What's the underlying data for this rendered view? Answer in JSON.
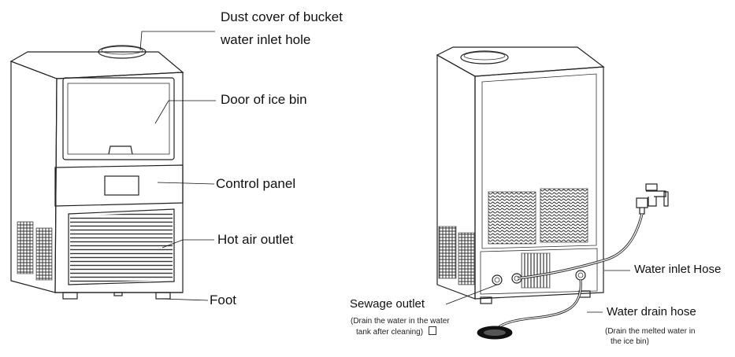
{
  "labels": {
    "dust_cover_line1": "Dust cover of bucket",
    "dust_cover_line2": "water inlet hole",
    "door": "Door of ice bin",
    "control_panel": "Control panel",
    "hot_air": "Hot air outlet",
    "foot": "Foot",
    "sewage_outlet": "Sewage outlet",
    "sewage_note_line1": "(Drain the water in the water",
    "sewage_note_line2": "tank after cleaning)",
    "water_inlet_hose": "Water inlet Hose",
    "water_drain_hose": "Water drain hose",
    "drain_note_line1": "(Drain the melted water in",
    "drain_note_line2": "the ice bin)"
  }
}
